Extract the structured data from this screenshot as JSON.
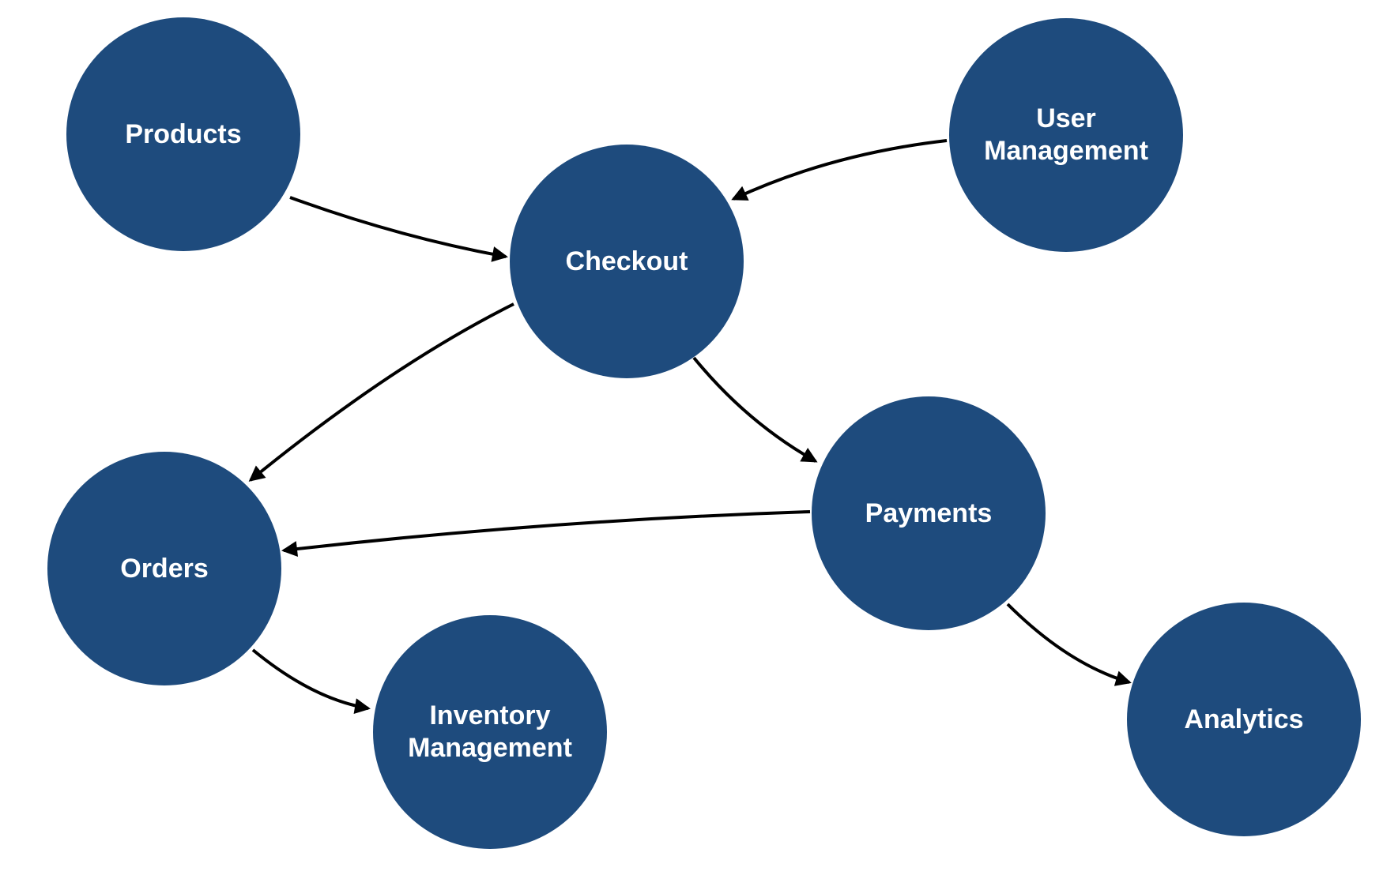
{
  "diagram": {
    "background_color": "#ffffff",
    "node_fill_color": "#1E4B7D",
    "node_text_color": "#ffffff",
    "edge_color": "#000000"
  },
  "nodes": [
    {
      "id": "products",
      "label": "Products"
    },
    {
      "id": "user-management",
      "label": "User Management"
    },
    {
      "id": "checkout",
      "label": "Checkout"
    },
    {
      "id": "orders",
      "label": "Orders"
    },
    {
      "id": "payments",
      "label": "Payments"
    },
    {
      "id": "inventory-management",
      "label": "Inventory Management"
    },
    {
      "id": "analytics",
      "label": "Analytics"
    }
  ],
  "edges": [
    {
      "from": "Products",
      "to": "Checkout"
    },
    {
      "from": "User Management",
      "to": "Checkout"
    },
    {
      "from": "Checkout",
      "to": "Orders"
    },
    {
      "from": "Checkout",
      "to": "Payments"
    },
    {
      "from": "Payments",
      "to": "Orders"
    },
    {
      "from": "Orders",
      "to": "Inventory Management"
    },
    {
      "from": "Payments",
      "to": "Analytics"
    }
  ]
}
